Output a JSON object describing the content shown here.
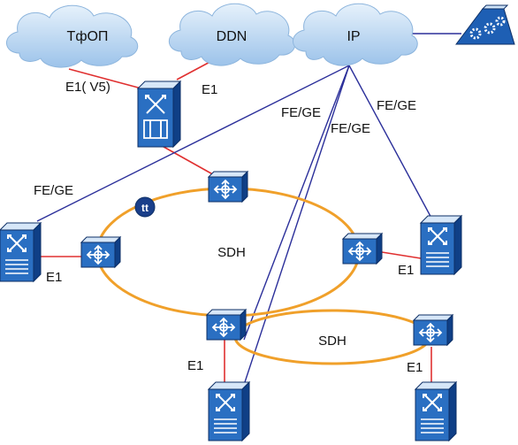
{
  "clouds": {
    "pstn": "ТфОП",
    "ddn": "DDN",
    "ip": "IP"
  },
  "links": {
    "e1_v5": "E1( V5)",
    "e1_ddn": "E1",
    "fe_ge_left": "FE/GE",
    "fe_ge_mid": "FE/GE",
    "fe_ge_center": "FE/GE",
    "fe_ge_right": "FE/GE",
    "e1_left": "E1",
    "e1_right": "E1",
    "e1_bottom_left": "E1",
    "e1_bottom_right": "E1"
  },
  "rings": {
    "main": "SDH",
    "sub": "SDH"
  },
  "colors": {
    "cloud": "#b9d6f2",
    "device_top": "#cfe3f7",
    "device_front": "#2a6fc2",
    "device_side": "#0f3f86",
    "ring": "#f0a02a",
    "red_link": "#e03030",
    "blue_link": "#2b2f9a"
  },
  "icons": [
    "cloud-icon",
    "router-icon",
    "switch-icon",
    "adm-icon",
    "gear-cluster-icon",
    "clock-signal-icon"
  ]
}
